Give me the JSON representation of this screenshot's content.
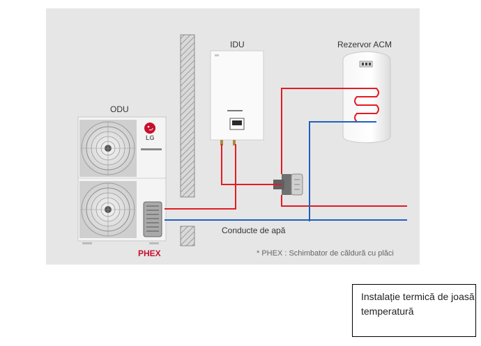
{
  "diagram": {
    "labels": {
      "odu": "ODU",
      "idu": "IDU",
      "tank": "Rezervor ACM",
      "pipes": "Conducte de apă",
      "phex": "PHEX",
      "footnote": "* PHEX : Schimbator de căldură cu plăci",
      "lg_logo": "LG"
    },
    "colors": {
      "hot_line": "#e31b23",
      "cold_line": "#1f5fbf",
      "background": "#e6e6e6",
      "brand": "#c8102e"
    }
  },
  "note_box": {
    "text": "Instalație termică de joasă temperatură"
  }
}
